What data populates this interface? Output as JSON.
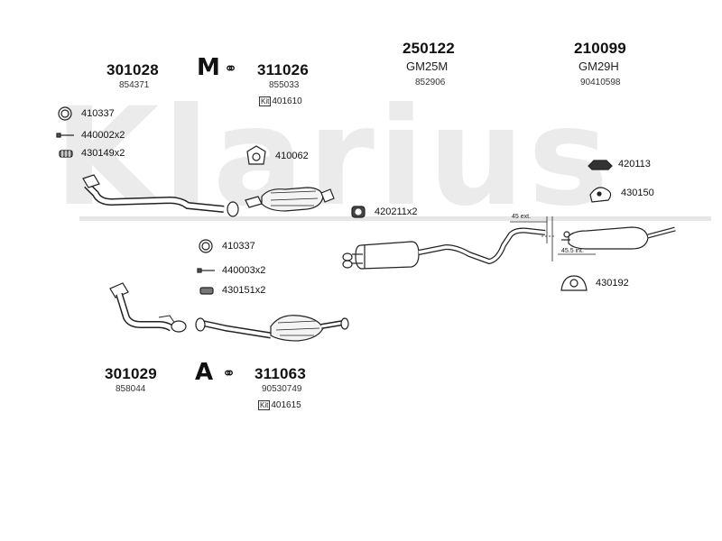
{
  "watermark": "Klarius",
  "groups": {
    "g1": {
      "code": "301028",
      "ref": "854371"
    },
    "g2": {
      "code": "311026",
      "ref": "855033",
      "kit": "401610",
      "mark": "M"
    },
    "g3": {
      "code": "250122",
      "sub": "GM25M",
      "ref": "852906"
    },
    "g4": {
      "code": "210099",
      "sub": "GM29H",
      "ref": "90410598"
    },
    "g5": {
      "code": "301029",
      "ref": "858044"
    },
    "g6": {
      "code": "311063",
      "ref": "90530749",
      "kit": "401615",
      "mark": "A"
    }
  },
  "kit_label": "Kit",
  "parts": {
    "p410337a": "410337",
    "p440002": "440002x2",
    "p430149": "430149x2",
    "p410062": "410062",
    "p420211": "420211x2",
    "p420113": "420113",
    "p430150": "430150",
    "p410337b": "410337",
    "p440003": "440003x2",
    "p430151": "430151x2",
    "p430192": "430192"
  },
  "dims": {
    "ext": "45 ext.",
    "int": "45.5 int."
  }
}
